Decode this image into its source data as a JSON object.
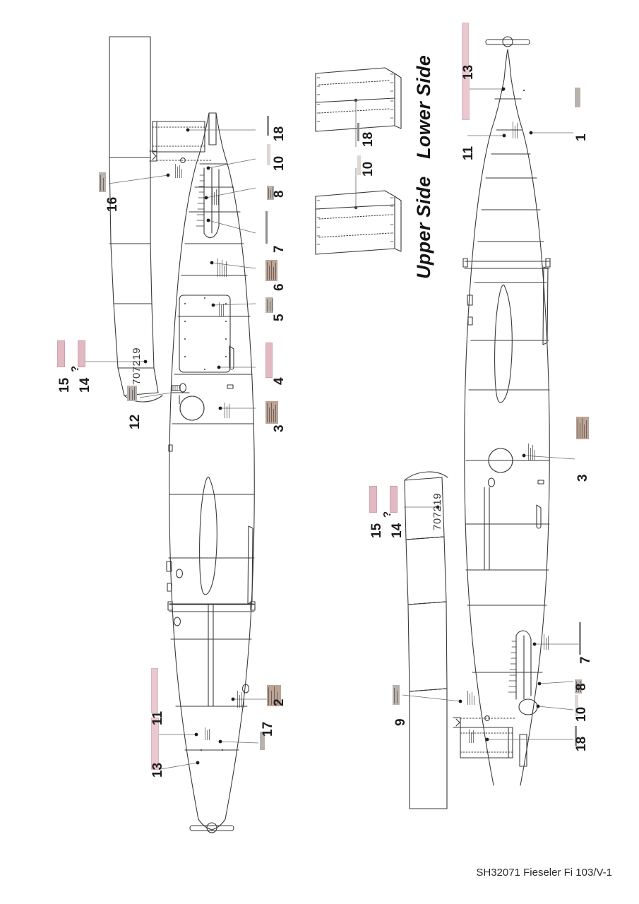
{
  "sheet": {
    "footer": "SH32071 Fieseler Fi 103/V-1",
    "background": "#ffffff",
    "line_color": "#3a3a3a"
  },
  "side_labels": [
    {
      "id": "lower-side",
      "text": "Lower Side"
    },
    {
      "id": "upper-side",
      "text": "Upper Side"
    }
  ],
  "serials": [
    {
      "id": "serial-left-fin",
      "text": "707219"
    },
    {
      "id": "serial-right-fin",
      "text": "707219"
    }
  ],
  "decal_colors": {
    "pink": "#e9c9cf",
    "rose": "#e2b9c2",
    "grey": "#ded9d9",
    "sepia": "#b9a496",
    "block_grey": "#b8b2ad",
    "thin_line": "#8e8e8e",
    "pale": "#ddd6d2"
  },
  "callouts": {
    "left_view": [
      {
        "n": "18"
      },
      {
        "n": "10"
      },
      {
        "n": "8"
      },
      {
        "n": "7"
      },
      {
        "n": "6"
      },
      {
        "n": "5"
      },
      {
        "n": "4"
      },
      {
        "n": "3"
      },
      {
        "n": "16"
      },
      {
        "n": "15"
      },
      {
        "n": "14"
      },
      {
        "n": "12"
      },
      {
        "n": "2"
      },
      {
        "n": "11"
      },
      {
        "n": "13"
      },
      {
        "n": "17"
      }
    ],
    "right_view": [
      {
        "n": "13"
      },
      {
        "n": "11"
      },
      {
        "n": "1"
      },
      {
        "n": "3"
      },
      {
        "n": "15"
      },
      {
        "n": "14"
      },
      {
        "n": "7"
      },
      {
        "n": "8"
      },
      {
        "n": "9"
      },
      {
        "n": "10"
      },
      {
        "n": "18"
      }
    ],
    "wing_panels": [
      {
        "n": "18"
      },
      {
        "n": "10"
      }
    ]
  },
  "numbers": {
    "n1": "1",
    "n2": "2",
    "n3": "3",
    "n4": "4",
    "n5": "5",
    "n6": "6",
    "n7": "7",
    "n8": "8",
    "n9": "9",
    "n10": "10",
    "n11": "11",
    "n12": "12",
    "n13": "13",
    "n14": "14",
    "n15": "15",
    "n16": "16",
    "n17": "17",
    "n18": "18",
    "q": "?"
  }
}
